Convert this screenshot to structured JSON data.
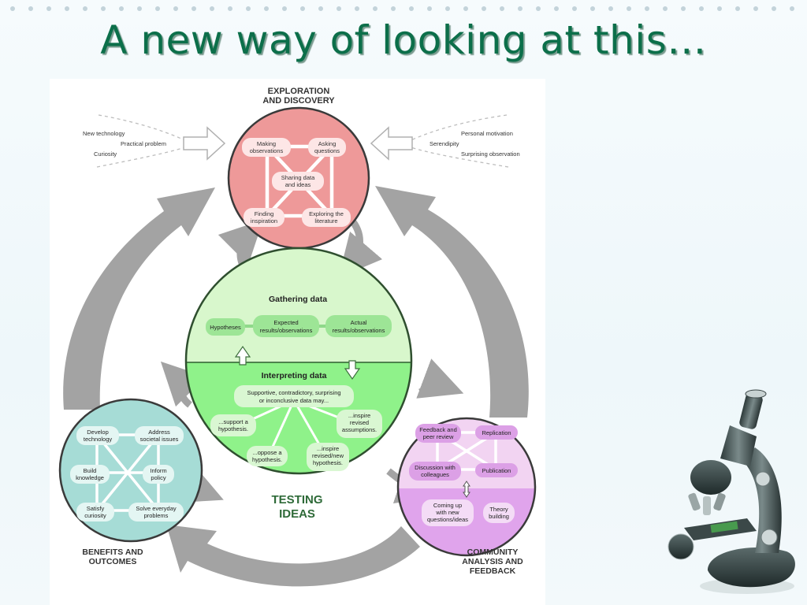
{
  "slide": {
    "title": "A new way of looking at this…"
  },
  "exploration": {
    "title1": "EXPLORATION",
    "title2": "AND DISCOVERY",
    "nodes": {
      "making": [
        "Making",
        "observations"
      ],
      "asking": [
        "Asking",
        "questions"
      ],
      "sharing": [
        "Sharing data",
        "and ideas"
      ],
      "finding": [
        "Finding",
        "inspiration"
      ],
      "exploring": [
        "Exploring the",
        "literature"
      ]
    },
    "left_inputs": [
      "New technology",
      "Practical problem",
      "Curiosity"
    ],
    "right_inputs": [
      "Personal motivation",
      "Serendipity",
      "Surprising observation"
    ]
  },
  "testing": {
    "gathering_title": "Gathering data",
    "hypotheses": "Hypotheses",
    "expected": [
      "Expected",
      "results/observations"
    ],
    "actual": [
      "Actual",
      "results/observations"
    ],
    "interpreting_title": "Interpreting data",
    "data_may": [
      "Supportive, contradictory, surprising",
      "or inconclusive data may..."
    ],
    "support": [
      "...support a",
      "hypothesis."
    ],
    "inspire_revised": [
      "...inspire",
      "revised",
      "assumptions."
    ],
    "oppose": [
      "...oppose a",
      "hypothesis."
    ],
    "inspire_new": [
      "...inspire",
      "revised/new",
      "hypothesis."
    ],
    "label1": "TESTING",
    "label2": "IDEAS"
  },
  "benefits": {
    "nodes": {
      "develop": [
        "Develop",
        "technology"
      ],
      "address": [
        "Address",
        "societal issues"
      ],
      "build": [
        "Build",
        "knowledge"
      ],
      "inform": [
        "Inform",
        "policy"
      ],
      "satisfy": [
        "Satisfy",
        "curiosity"
      ],
      "solve": [
        "Solve everyday",
        "problems"
      ]
    },
    "label1": "BENEFITS AND",
    "label2": "OUTCOMES"
  },
  "community": {
    "nodes": {
      "feedback": [
        "Feedback and",
        "peer review"
      ],
      "replication": "Replication",
      "discussion": [
        "Discussion with",
        "colleagues"
      ],
      "publication": "Publication",
      "coming": [
        "Coming up",
        "with new",
        "questions/ideas"
      ],
      "theory": [
        "Theory",
        "building"
      ]
    },
    "label1": "COMMUNITY",
    "label2": "ANALYSIS AND",
    "label3": "FEEDBACK"
  },
  "colors": {
    "title": "#0c6f4a",
    "exploration_fill": "#ee9999",
    "testing_top": "#d8f7cc",
    "testing_bottom": "#8ff28a",
    "benefits_fill": "#a6dcd6",
    "community_top": "#f2d4f2",
    "community_bottom": "#e0a4ec",
    "cycle_arrows": "#a3a3a3"
  },
  "icons": [
    "microscope-icon",
    "dotted-border"
  ]
}
